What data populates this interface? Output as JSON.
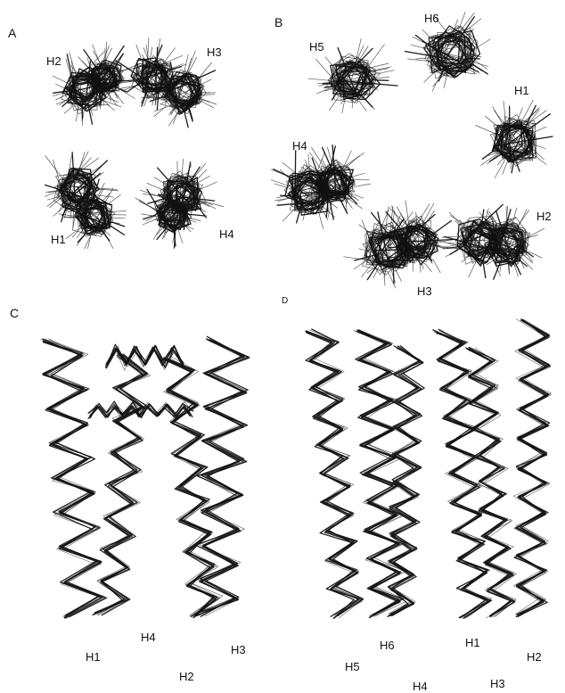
{
  "figure": {
    "panels": [
      {
        "id": "A",
        "letter": "A",
        "view": "top",
        "helices": [
          "H2",
          "H3",
          "H1",
          "H4"
        ]
      },
      {
        "id": "B",
        "letter": "B",
        "view": "top",
        "helices": [
          "H5",
          "H6",
          "H1",
          "H4",
          "H2",
          "H3"
        ]
      },
      {
        "id": "C",
        "letter": "C",
        "view": "side",
        "helices": [
          "H4",
          "H1",
          "H3",
          "H2"
        ]
      },
      {
        "id": "D",
        "letter": "D",
        "view": "side",
        "helices": [
          "H6",
          "H1",
          "H2",
          "H5",
          "H4",
          "H3"
        ]
      }
    ],
    "trace_color": "#111111",
    "background": "#ffffff"
  }
}
